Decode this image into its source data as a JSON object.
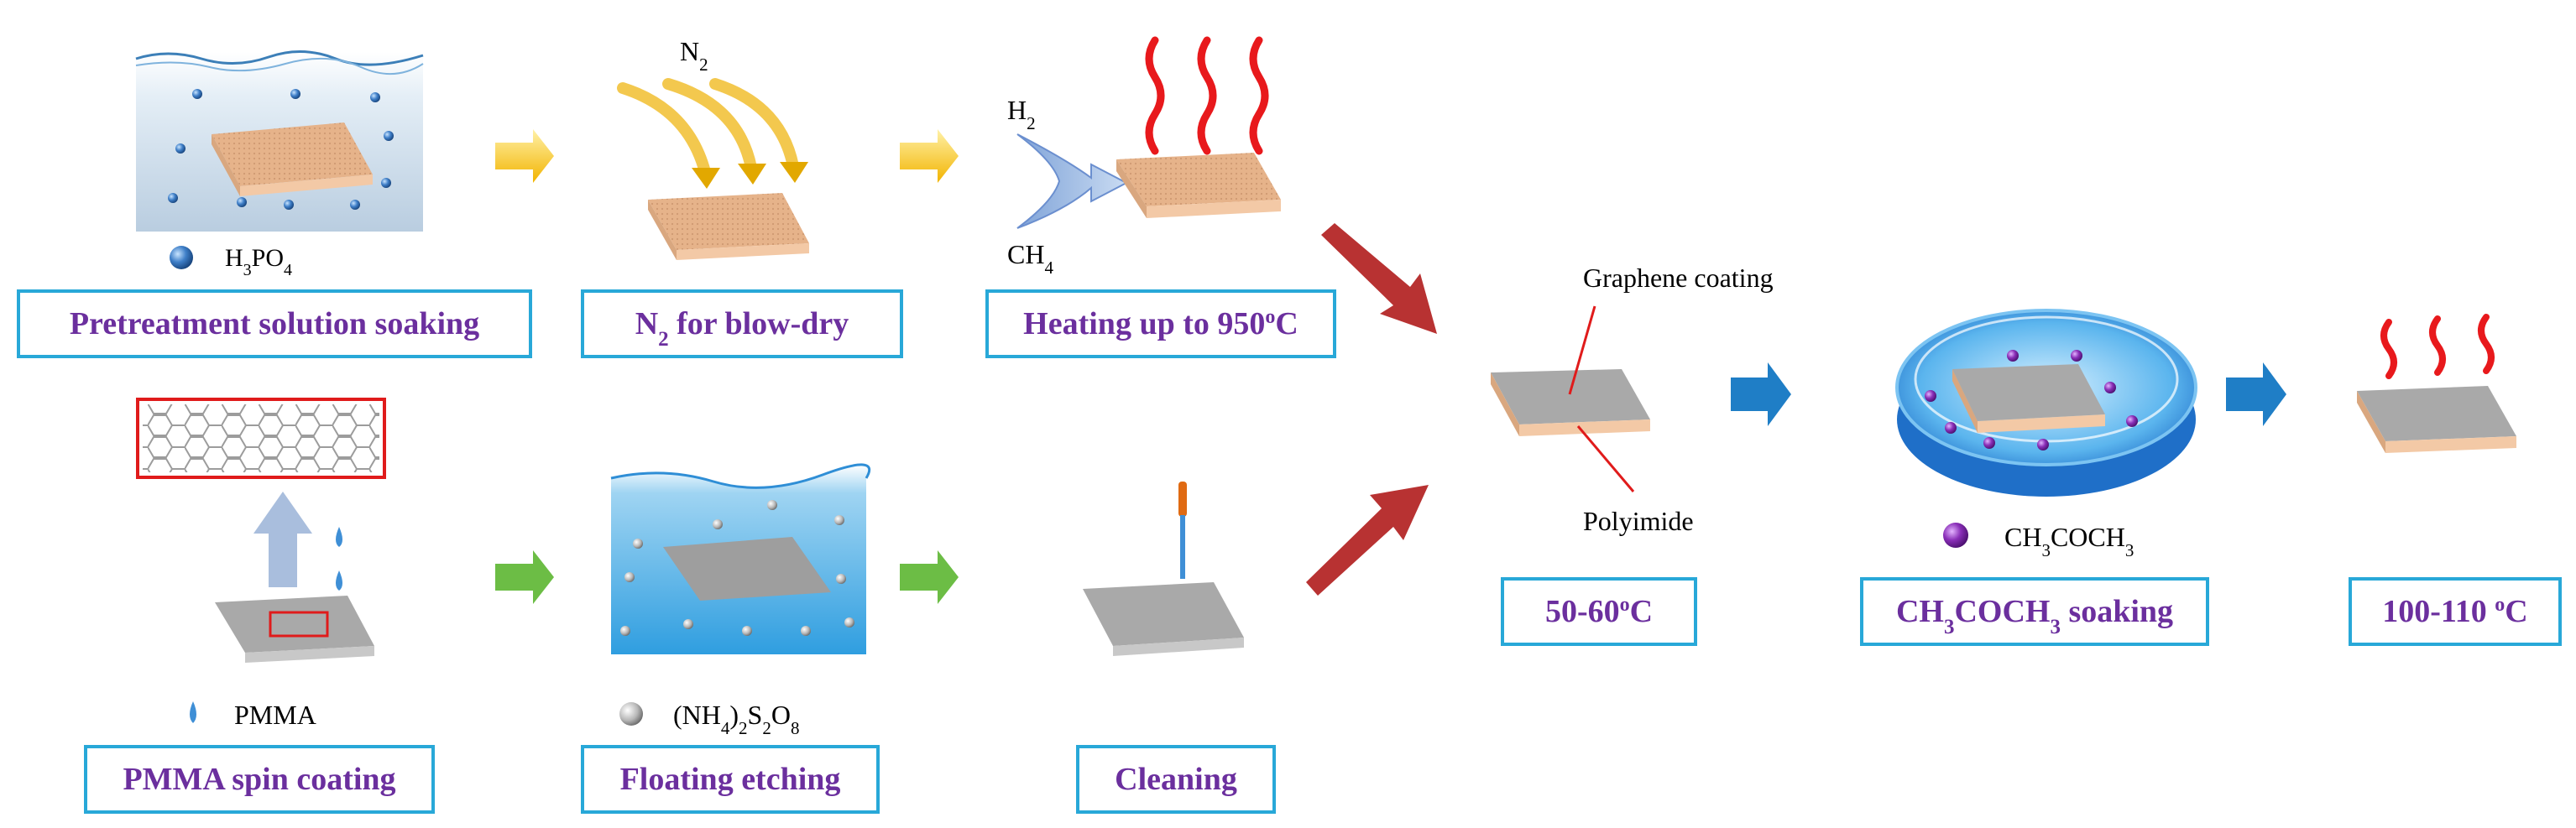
{
  "steps": {
    "pretreatment": "Pretreatment solution soaking",
    "n2_dry_pre": "N",
    "n2_dry_sub": "2",
    "n2_dry_post": " for blow-dry",
    "heating_pre": "Heating up to 950",
    "heating_deg": "o",
    "heating_post": "C",
    "pmma_coating": "PMMA spin coating",
    "floating_etching": "Floating etching",
    "cleaning": "Cleaning",
    "temp_50_60_pre": "50-60",
    "temp_50_60_deg": "o",
    "temp_50_60_post": "C",
    "soak_a": "CH",
    "soak_s1": "3",
    "soak_b": "COCH",
    "soak_s2": "3",
    "soak_c": " soaking",
    "temp_100_110_pre": "100-110 ",
    "temp_100_110_deg": "o",
    "temp_100_110_post": "C"
  },
  "chemicals": {
    "h3po4_a": "H",
    "h3po4_s1": "3",
    "h3po4_b": "PO",
    "h3po4_s2": "4",
    "n2_a": "N",
    "n2_s": "2",
    "h2_a": "H",
    "h2_s": "2",
    "ch4_a": "CH",
    "ch4_s": "4",
    "pmma": "PMMA",
    "aps_a": "(NH",
    "aps_s1": "4",
    "aps_b": ")",
    "aps_s2": "2",
    "aps_c": "S",
    "aps_s3": "2",
    "aps_d": "O",
    "aps_s4": "8",
    "acetone_a": "CH",
    "acetone_s1": "3",
    "acetone_b": "COCH",
    "acetone_s2": "3"
  },
  "labels": {
    "graphene_coating": "Graphene coating",
    "polyimide": "Polyimide"
  },
  "colors": {
    "label_text": "#6b2f9e",
    "box_border": "#28a8d8",
    "arrow_yellow": "#ffc400",
    "arrow_green": "#6cbd45",
    "arrow_blue": "#1f7ec6",
    "arrow_red": "#b83232",
    "substrate": "#e7b88d",
    "graphene": "#a9a9a9",
    "heat": "#e8191c"
  }
}
